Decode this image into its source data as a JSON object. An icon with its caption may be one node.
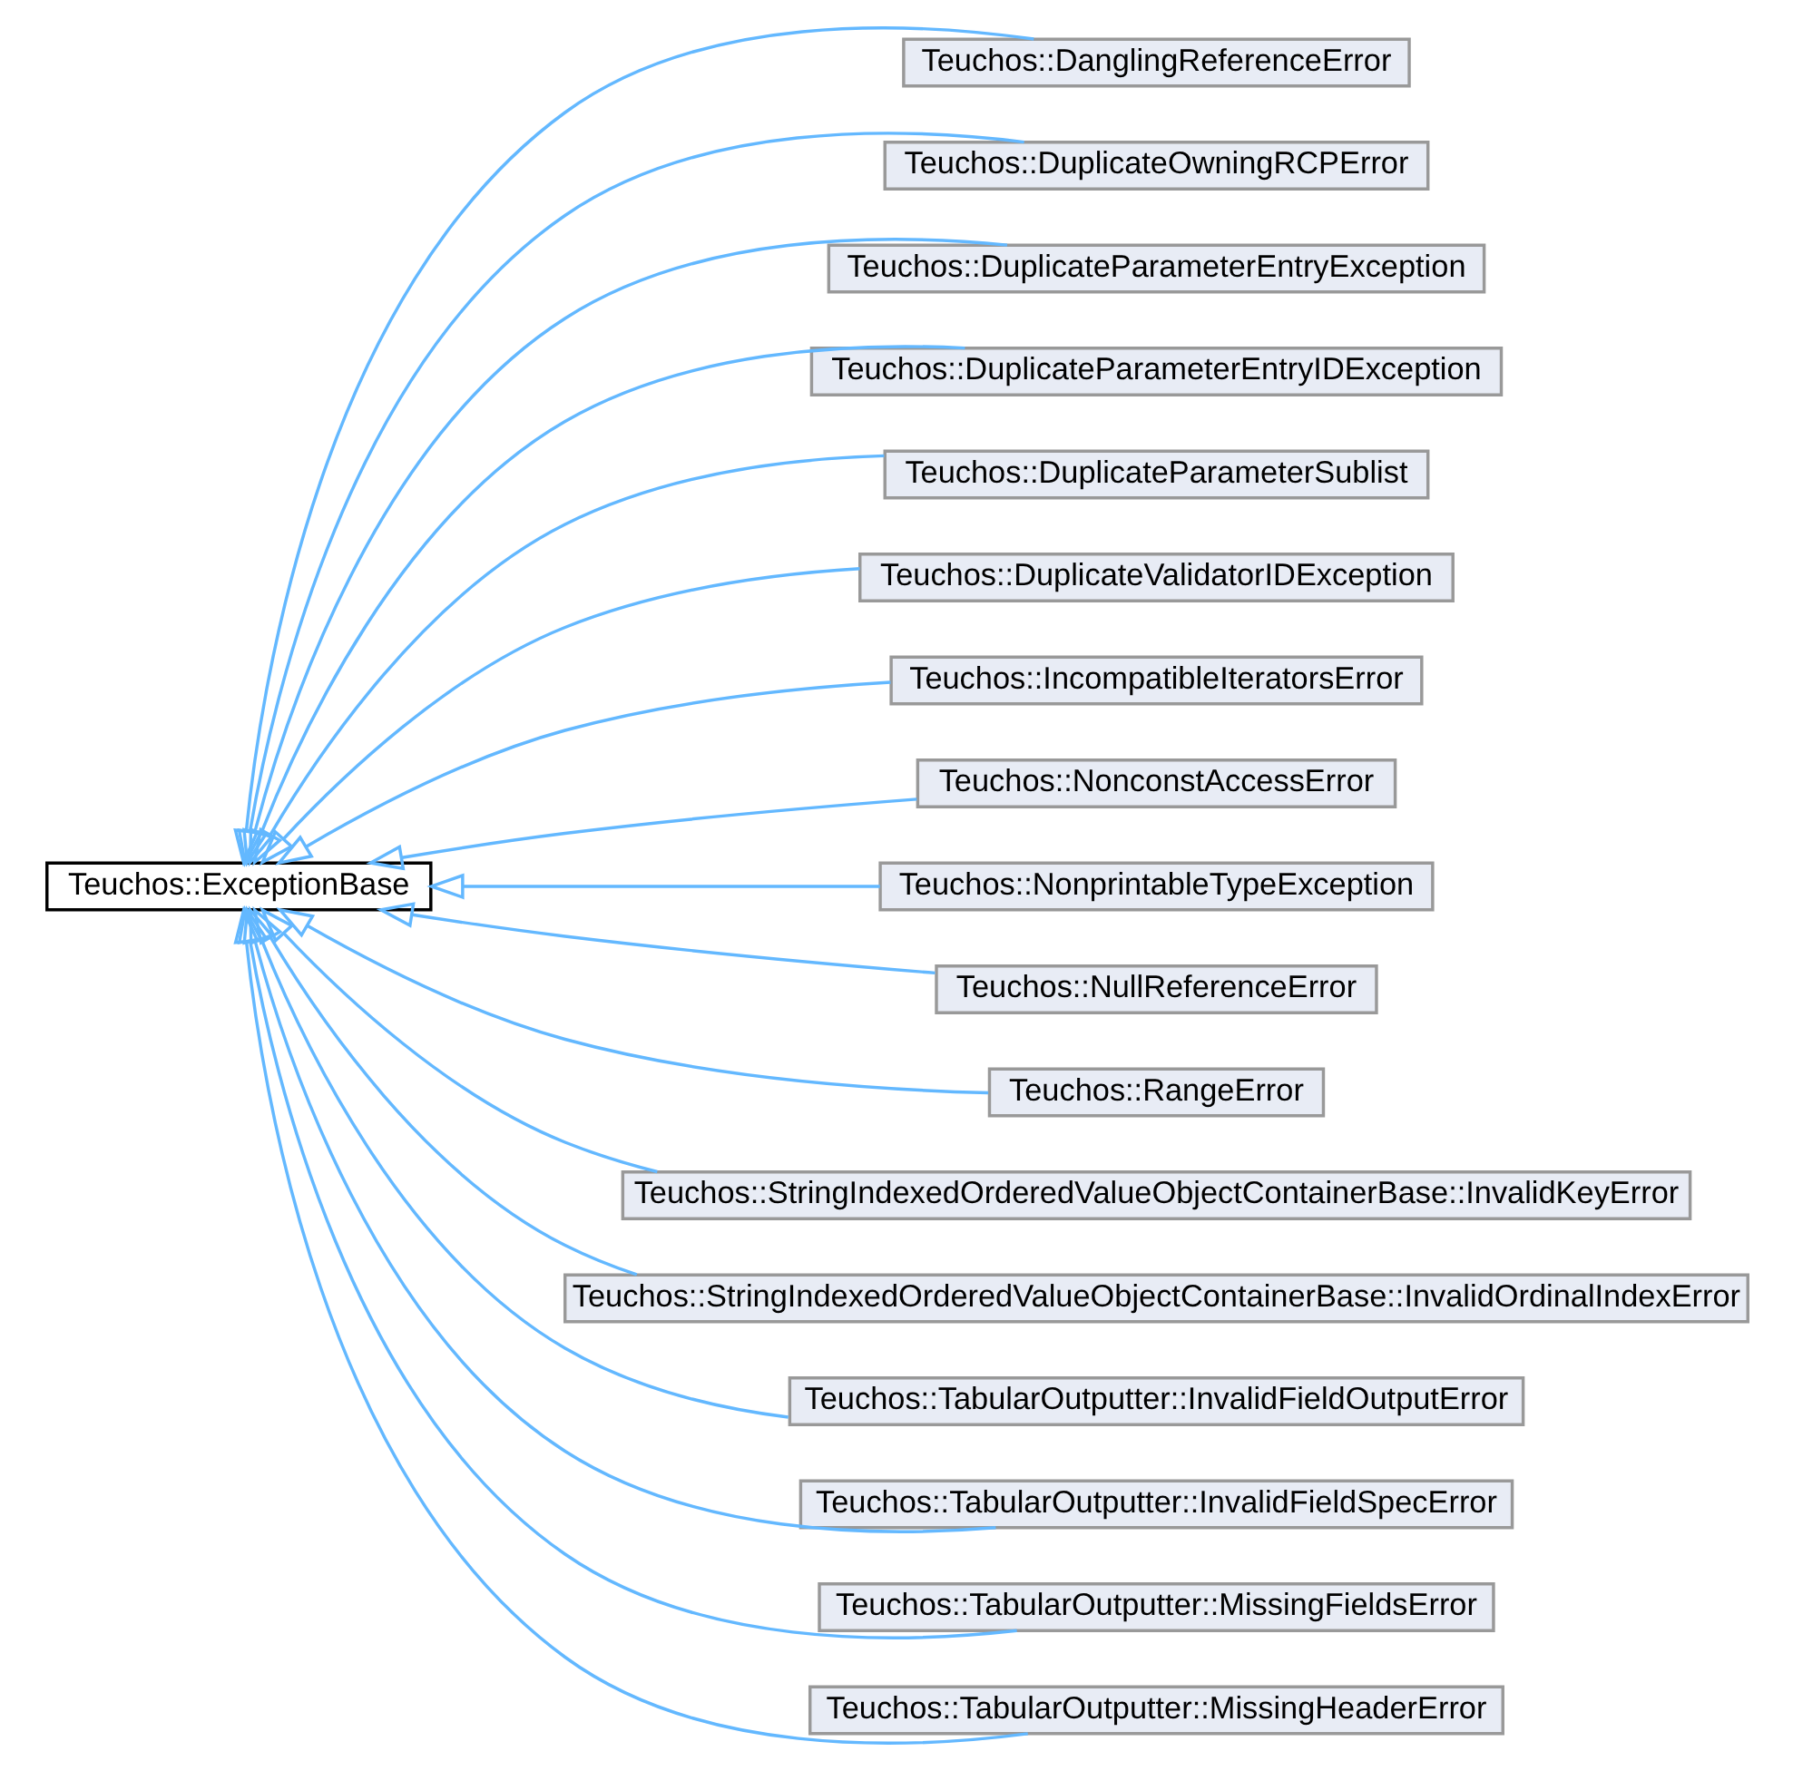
{
  "diagram": {
    "nodes": [
      {
        "text": [
          "Teuchos::ExceptionBase"
        ]
      },
      {
        "text": [
          "Teuchos::DanglingReferenceError"
        ]
      },
      {
        "text": [
          "Teuchos::DuplicateOwningRCPError"
        ]
      },
      {
        "text": [
          "Teuchos::DuplicateParameterEntryException"
        ]
      },
      {
        "text": [
          "Teuchos::DuplicateParameterEntryIDException"
        ]
      },
      {
        "text": [
          "Teuchos::DuplicateParameterSublist"
        ]
      },
      {
        "text": [
          "Teuchos::DuplicateValidatorIDException"
        ]
      },
      {
        "text": [
          "Teuchos::IncompatibleIteratorsError"
        ]
      },
      {
        "text": [
          "Teuchos::NonconstAccessError"
        ]
      },
      {
        "text": [
          "Teuchos::NonprintableTypeException"
        ]
      },
      {
        "text": [
          "Teuchos::NullReferenceError"
        ]
      },
      {
        "text": [
          "Teuchos::RangeError"
        ]
      },
      {
        "text": [
          "Teuchos::StringIndexedOrderedValueObjectContainerBase::InvalidKeyError"
        ]
      },
      {
        "text": [
          "Teuchos::StringIndexedOrderedValueObjectContainerBase::InvalidOrdinalIndexError"
        ]
      },
      {
        "text": [
          "Teuchos::TabularOutputter::InvalidFieldOutputError"
        ]
      },
      {
        "text": [
          "Teuchos::TabularOutputter::InvalidFieldSpecError"
        ]
      },
      {
        "text": [
          "Teuchos::TabularOutputter::MissingFieldsError"
        ]
      },
      {
        "text": [
          "Teuchos::TabularOutputter::MissingHeaderError"
        ]
      }
    ],
    "edges": [
      {
        "from": 1,
        "to": 0,
        "arrow": "to"
      },
      {
        "from": 2,
        "to": 0,
        "arrow": "to"
      },
      {
        "from": 3,
        "to": 0,
        "arrow": "to"
      },
      {
        "from": 4,
        "to": 0,
        "arrow": "to"
      },
      {
        "from": 5,
        "to": 0,
        "arrow": "to"
      },
      {
        "from": 6,
        "to": 0,
        "arrow": "to"
      },
      {
        "from": 7,
        "to": 0,
        "arrow": "to"
      },
      {
        "from": 8,
        "to": 0,
        "arrow": "to"
      },
      {
        "from": 9,
        "to": 0,
        "arrow": "to"
      },
      {
        "from": 10,
        "to": 0,
        "arrow": "to"
      },
      {
        "from": 11,
        "to": 0,
        "arrow": "to"
      },
      {
        "from": 12,
        "to": 0,
        "arrow": "to"
      },
      {
        "from": 13,
        "to": 0,
        "arrow": "to"
      },
      {
        "from": 14,
        "to": 0,
        "arrow": "to"
      },
      {
        "from": 15,
        "to": 0,
        "arrow": "to"
      },
      {
        "from": 16,
        "to": 0,
        "arrow": "to"
      },
      {
        "from": 17,
        "to": 0,
        "arrow": "to"
      }
    ]
  }
}
